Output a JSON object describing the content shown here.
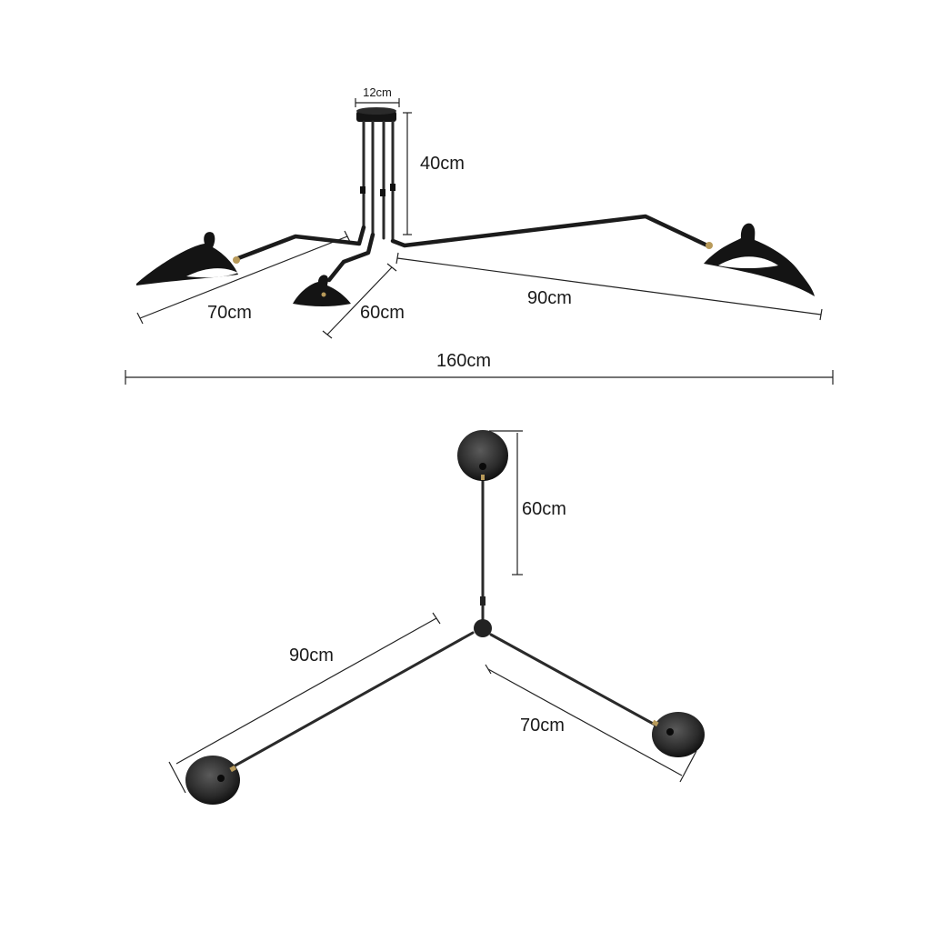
{
  "colors": {
    "lamp_black": "#141414",
    "brass": "#b89a5a",
    "dimension_line": "#222222",
    "background": "#ffffff"
  },
  "side_view": {
    "canopy_width_label": "12cm",
    "drop_height_label": "40cm",
    "left_arm_label": "70cm",
    "middle_arm_label": "60cm",
    "right_arm_label": "90cm",
    "total_width_label": "160cm"
  },
  "top_view": {
    "top_arm_label": "60cm",
    "left_arm_label": "90cm",
    "right_arm_label": "70cm"
  }
}
